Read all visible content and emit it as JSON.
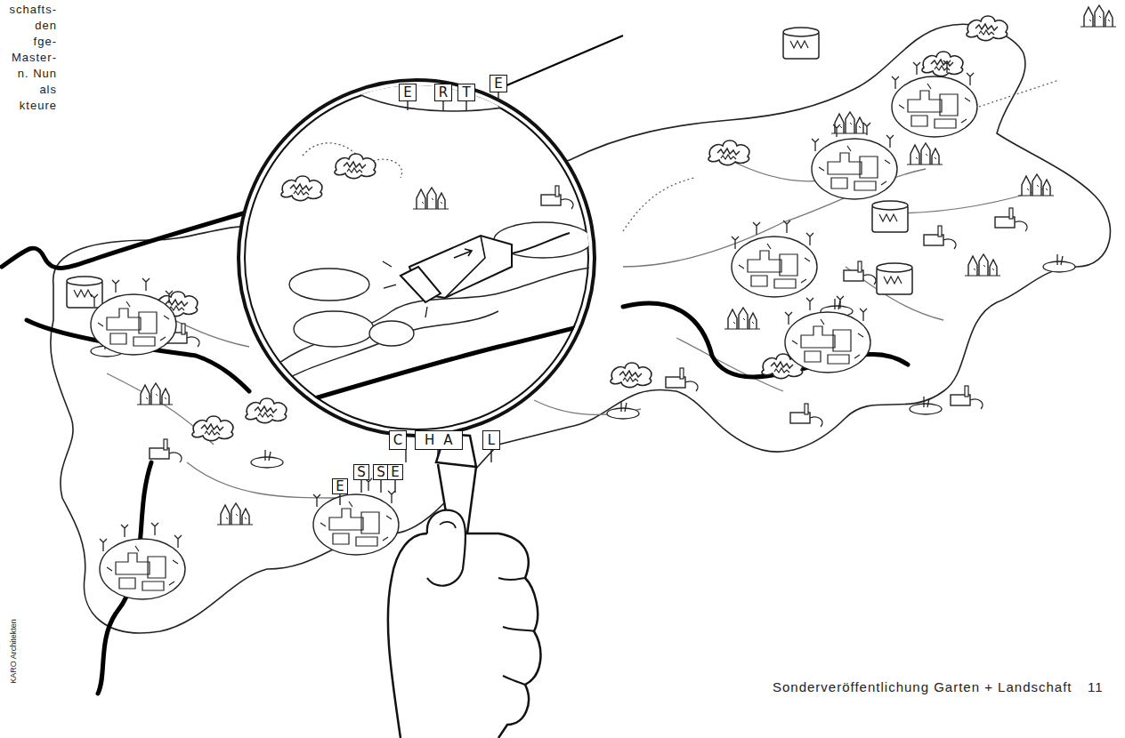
{
  "diagram": {
    "nodes": [
      {
        "text": [
          "E"
        ]
      },
      {
        "text": [
          "R"
        ]
      },
      {
        "text": [
          "T"
        ]
      },
      {
        "text": [
          "E"
        ]
      },
      {
        "text": [
          "C"
        ]
      },
      {
        "text": [
          "HA"
        ]
      },
      {
        "text": [
          "L"
        ]
      },
      {
        "text": [
          "E"
        ]
      },
      {
        "text": [
          "S"
        ]
      },
      {
        "text": [
          "S"
        ]
      },
      {
        "text": [
          "E"
        ]
      }
    ],
    "labels": [
      "schafts-",
      "den",
      "fge-",
      "Master-",
      "n. Nun",
      "als",
      "kteure",
      "KARO Architekten",
      "Sonderveröffentlichung Garten + Landschaft",
      "11"
    ]
  }
}
